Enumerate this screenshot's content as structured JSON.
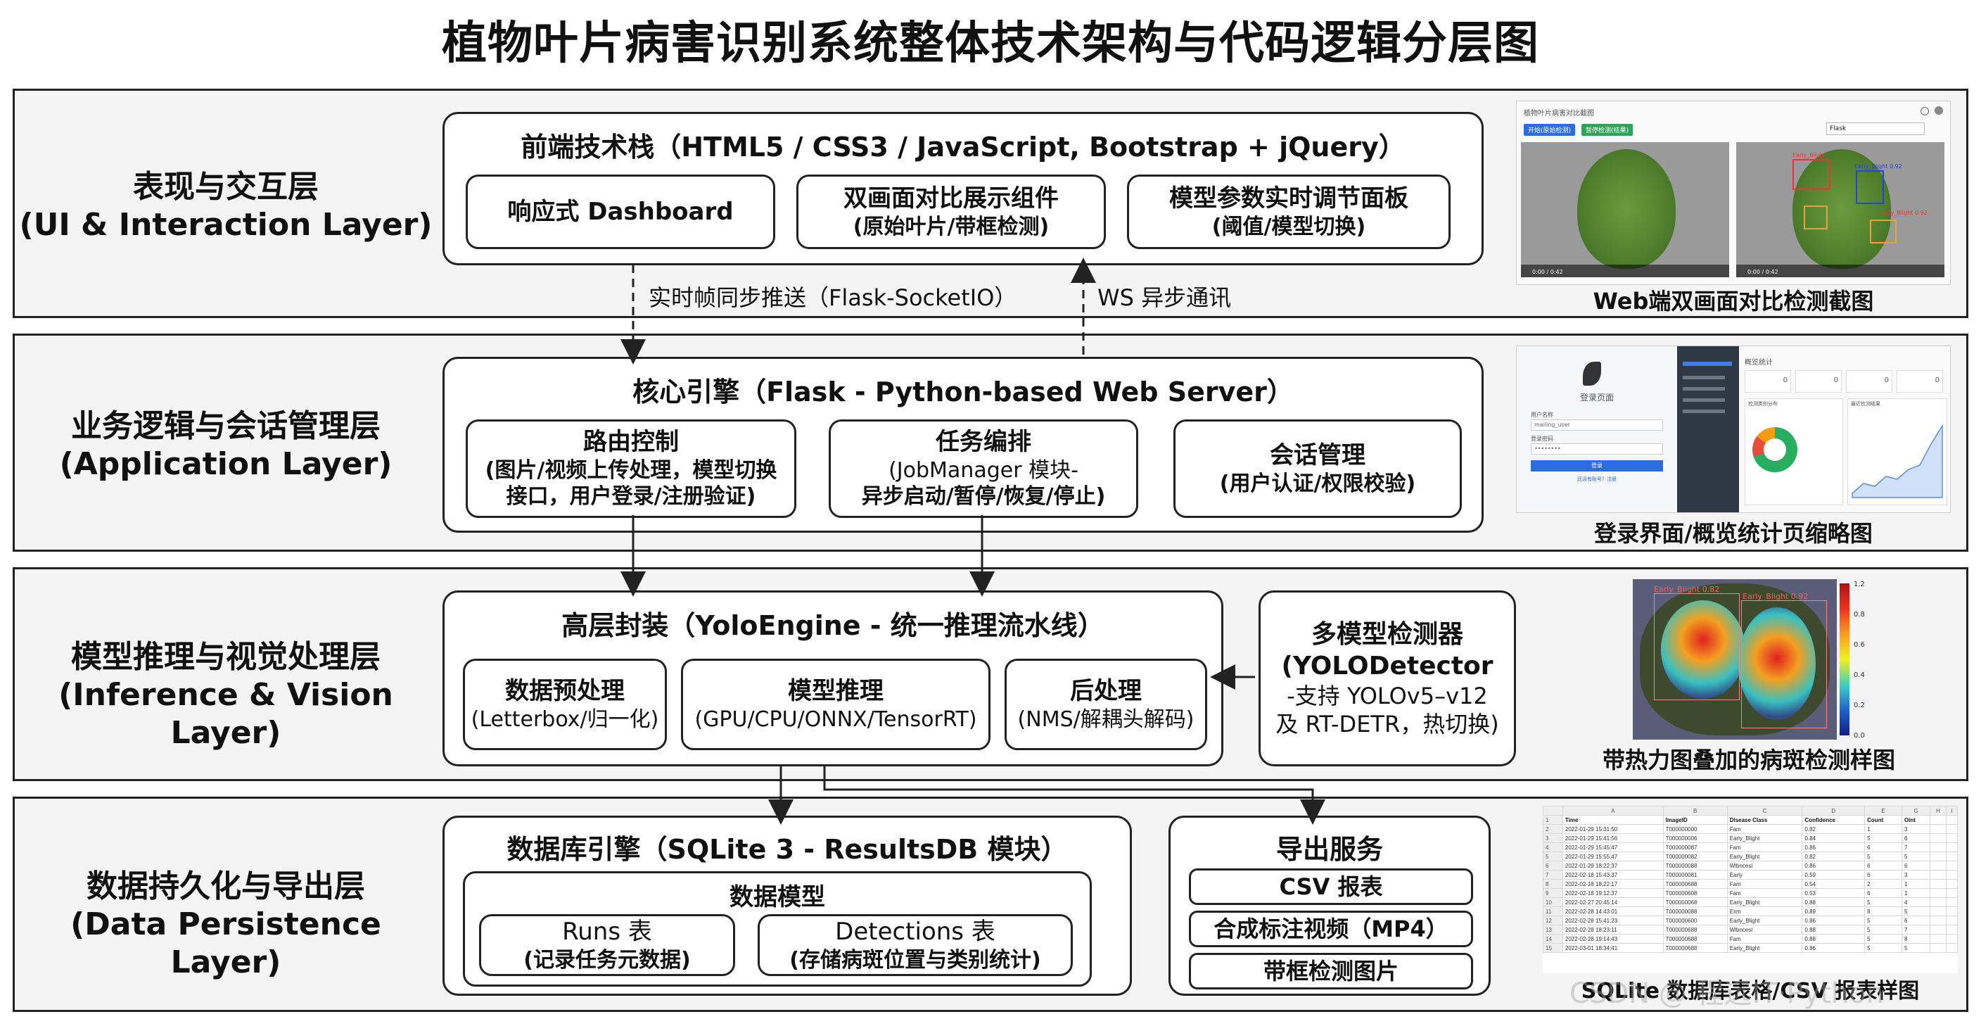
{
  "title": "植物叶片病害识别系统整体技术架构与代码逻辑分层图",
  "layers": [
    {
      "name": "表现与交互层",
      "name_en": "(UI & Interaction Layer)",
      "main_box": {
        "title": "前端技术栈（HTML5 / CSS3 / JavaScript, Bootstrap + jQuery）",
        "items": [
          {
            "line1": "响应式 Dashboard",
            "line2": ""
          },
          {
            "line1": "双画面对比展示组件",
            "line2": "(原始叶片/带框检测)"
          },
          {
            "line1": "模型参数实时调节面板",
            "line2": "(阈值/模型切换)"
          }
        ]
      },
      "caption": "Web端双画面对比检测截图"
    },
    {
      "name": "业务逻辑与会话管理层",
      "name_en": "(Application Layer)",
      "main_box": {
        "title": "核心引擎（Flask - Python-based Web Server）",
        "items": [
          {
            "line1": "路由控制",
            "line2": "(图片/视频上传处理，模型切换",
            "line3": "接口，用户登录/注册验证)"
          },
          {
            "line1": "任务编排",
            "line2": "(JobManager 模块-",
            "line3": "异步启动/暂停/恢复/停止)"
          },
          {
            "line1": "会话管理",
            "line2": "(用户认证/权限校验)"
          }
        ]
      },
      "caption": "登录界面/概览统计页缩略图"
    },
    {
      "name": "模型推理与视觉处理层",
      "name_en": "(Inference & Vision Layer)",
      "main_box": {
        "title": "高层封装（YoloEngine - 统一推理流水线）",
        "items": [
          {
            "line1": "数据预处理",
            "line2": "(Letterbox/归一化)"
          },
          {
            "line1": "模型推理",
            "line2": "(GPU/CPU/ONNX/TensorRT)"
          },
          {
            "line1": "后处理",
            "line2": "(NMS/解耦头解码)"
          }
        ]
      },
      "side_box": {
        "line1": "多模型检测器",
        "line2": "(YOLODetector",
        "line3": "-支持 YOLOv5–v12",
        "line4": "及 RT-DETR，热切换)"
      },
      "caption": "带热力图叠加的病斑检测样图"
    },
    {
      "name": "数据持久化与导出层",
      "name_en": "(Data Persistence Layer)",
      "main_box": {
        "title": "数据库引擎（SQLite 3 - ResultsDB 模块）",
        "inner_title": "数据模型",
        "items": [
          {
            "line1": "Runs 表",
            "line2": "(记录任务元数据)"
          },
          {
            "line1": "Detections 表",
            "line2": "(存储病斑位置与类别统计)"
          }
        ]
      },
      "export_box": {
        "title": "导出服务",
        "items": [
          "CSV 报表",
          "合成标注视频（MP4）",
          "带框检测图片"
        ]
      },
      "caption": "SQLite 数据库表格/CSV 报表样图"
    }
  ],
  "connectors": {
    "down_label": "实时帧同步推送（Flask-SocketIO）",
    "up_label": "WS 异步通讯"
  },
  "screenshot_ui": {
    "header": "植物叶片病害对比截图",
    "btn1": "开始(原始检测)",
    "btn2": "暂停检测(结果)",
    "select": "Flask",
    "video_time1": "0:00 / 0:42",
    "video_time2": "0:00 / 0:42",
    "detect_label1": "Early_Blight",
    "detect_label2": "Early_Blight 0.92",
    "detect_label3": "Early_Blight 0.92"
  },
  "login_ui": {
    "login_title": "登录页面",
    "user_label": "用户名称",
    "user_value": "mailing_user",
    "pwd_label": "登录密码",
    "pwd_value": "••••••••",
    "login_btn": "登录",
    "register_link": "还没有账号？注册",
    "stats_title": "概览统计",
    "stats_values": [
      "0",
      "0",
      "0",
      "0"
    ],
    "chart1_title": "检测类别分布",
    "chart2_title": "最近检测结果"
  },
  "heatmap_ui": {
    "label1": "Early_Blight 0.82",
    "label2": "Early_Blight 0.92",
    "scale": [
      "1.2",
      "0.8",
      "0.6",
      "0.4",
      "0.2",
      "0.0"
    ]
  },
  "table_ui": {
    "col_letters": [
      "A",
      "B",
      "C",
      "D",
      "E",
      "G",
      "H",
      "I"
    ],
    "headers": [
      "Time",
      "ImageID",
      "Disease Class",
      "Confidence",
      "Count",
      "Oint"
    ],
    "rows": [
      [
        "2022-01-29 15:31:50",
        "T000000000",
        "Fam",
        "0.82",
        "1",
        "3"
      ],
      [
        "2022-01-29 15:41:56",
        "T000000006",
        "Early_Blight",
        "0.84",
        "5",
        "6"
      ],
      [
        "2022-01-29 15:45:47",
        "T000000087",
        "Fam",
        "0.86",
        "6",
        "7"
      ],
      [
        "2022-01-29 15:55:47",
        "T000000082",
        "Early_Blight",
        "0.82",
        "5",
        "5"
      ],
      [
        "2022-01-29 18:22:37",
        "T000000088",
        "Wlbncesl",
        "0.86",
        "6",
        "6"
      ],
      [
        "2022-02-18 15:43:37",
        "T000000081",
        "Early",
        "0.59",
        "6",
        "3"
      ],
      [
        "2022-02-18 18:22:17",
        "T000000688",
        "Fam",
        "0.54",
        "2",
        "1"
      ],
      [
        "2022-02-18 19:12:37",
        "T000000608",
        "Fam",
        "0.53",
        "6",
        "1"
      ],
      [
        "2022-02-27 20:45:14",
        "T000000068",
        "Early_Blight",
        "0.88",
        "5",
        "4"
      ],
      [
        "2022-02-28 14:43:01",
        "T000000088",
        "Exm",
        "0.89",
        "8",
        "5"
      ],
      [
        "2022-02-28 15:41:23",
        "T000000600",
        "Early_Blight",
        "0.86",
        "5",
        "6"
      ],
      [
        "2022-02-28 18:23:11",
        "T000000688",
        "Wlbncesl",
        "0.88",
        "5",
        "7"
      ],
      [
        "2022-02-28 19:14:43",
        "T000000688",
        "Fam",
        "0.88",
        "5",
        "8"
      ],
      [
        "2022-03-01 18:34:41",
        "T000000688",
        "Early_Blight",
        "0.86",
        "5",
        "5"
      ]
    ]
  },
  "watermark": "CSDN @ 程远IT·Python"
}
